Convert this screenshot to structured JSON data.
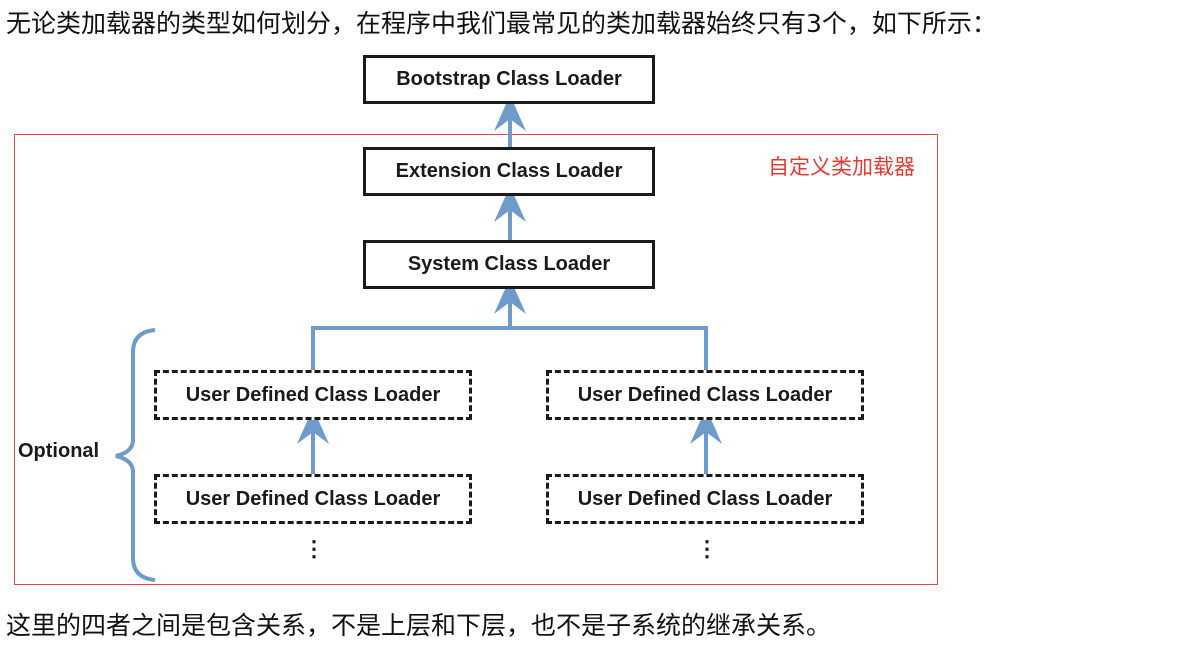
{
  "text": {
    "intro": "无论类加载器的类型如何划分，在程序中我们最常见的类加载器始终只有3个，如下所示：",
    "outro": "这里的四者之间是包含关系，不是上层和下层，也不是子系统的继承关系。"
  },
  "diagram": {
    "bootstrap": "Bootstrap Class Loader",
    "extension": "Extension Class Loader",
    "system": "System Class Loader",
    "user_defined": [
      "User Defined Class Loader",
      "User Defined Class Loader",
      "User Defined Class Loader",
      "User Defined Class Loader"
    ],
    "custom_annotation": "自定义类加载器",
    "optional_label": "Optional",
    "continuation": "⋮"
  },
  "colors": {
    "arrow": "#6f9bcb",
    "annotation": "#e53935",
    "frame": "#e24a4a",
    "box_border": "#1a1a1a"
  }
}
